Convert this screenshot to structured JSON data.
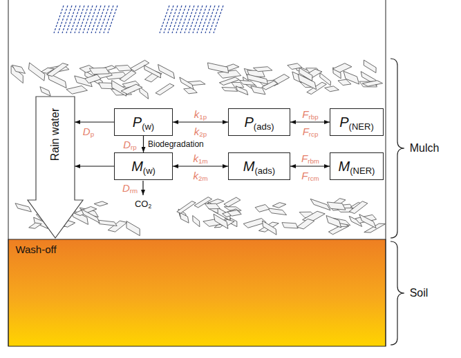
{
  "diagram": {
    "nodes": [
      {
        "text": [
          "P(w)"
        ]
      },
      {
        "text": [
          "P(ads)"
        ]
      },
      {
        "text": [
          "P(NER)"
        ]
      },
      {
        "text": [
          "M(w)"
        ]
      },
      {
        "text": [
          "M(ads)"
        ]
      },
      {
        "text": [
          "M(NER)"
        ]
      },
      {
        "text": [
          "Rain water"
        ]
      }
    ],
    "edges": [
      {
        "from": 0,
        "to": 6,
        "arrow": "to"
      },
      {
        "from": 0,
        "to": 1,
        "arrow": "both"
      },
      {
        "from": 1,
        "to": 2,
        "arrow": "both"
      },
      {
        "from": 0,
        "to": 3,
        "arrow": "to",
        "label": "Biodegradation"
      },
      {
        "from": 3,
        "to": 6,
        "arrow": "to"
      },
      {
        "from": 3,
        "to": 4,
        "arrow": "both"
      },
      {
        "from": 4,
        "to": 5,
        "arrow": "both"
      }
    ],
    "labels": [
      "Dp",
      "k1p",
      "k2p",
      "Frbp",
      "Frcp",
      "Drp",
      "k1m",
      "k2m",
      "Frbm",
      "Frcm",
      "Drm",
      "CO2",
      "Wash-off",
      "Mulch",
      "Soil"
    ]
  }
}
